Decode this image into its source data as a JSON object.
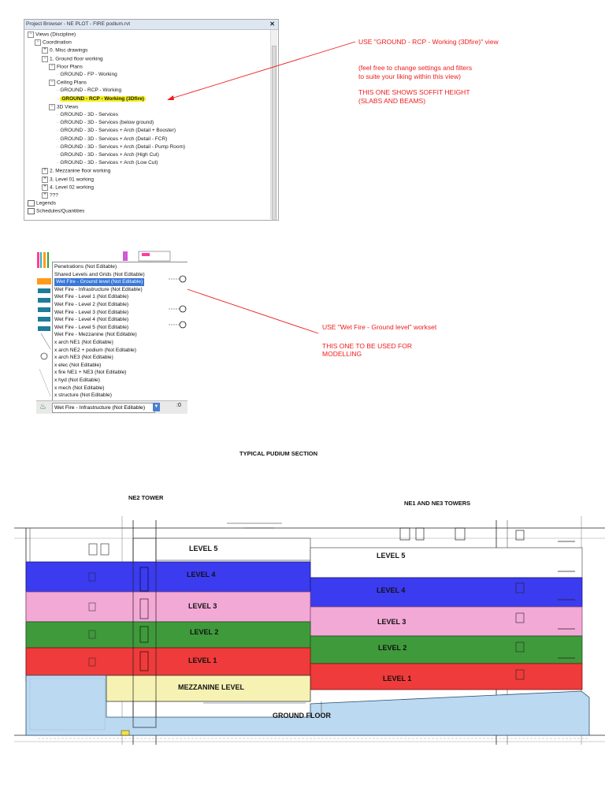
{
  "project_browser": {
    "title": "Project Browser - NE PLOT - FIRE podium.rvt",
    "close": "✕",
    "items": [
      {
        "text": "Views (Discipline)",
        "indent": 0,
        "exp": "−"
      },
      {
        "text": "Coordination",
        "indent": 1,
        "exp": "−"
      },
      {
        "text": "0. Misc drawings",
        "indent": 2,
        "exp": "+"
      },
      {
        "text": "1. Ground floor working",
        "indent": 2,
        "exp": "−"
      },
      {
        "text": "Floor Plans",
        "indent": 3,
        "exp": "−"
      },
      {
        "text": "GROUND - FP - Working",
        "indent": 4,
        "exp": ""
      },
      {
        "text": "Ceiling Plans",
        "indent": 3,
        "exp": "−"
      },
      {
        "text": "GROUND - RCP - Working",
        "indent": 4,
        "exp": ""
      },
      {
        "text": "GROUND - RCP - Working (3Dfire)",
        "indent": 4,
        "exp": "",
        "highlight": true
      },
      {
        "text": "3D Views",
        "indent": 3,
        "exp": "−"
      },
      {
        "text": "GROUND - 3D - Services",
        "indent": 4,
        "exp": ""
      },
      {
        "text": "GROUND - 3D - Services (below ground)",
        "indent": 4,
        "exp": ""
      },
      {
        "text": "GROUND - 3D - Services + Arch (Detail + Booster)",
        "indent": 4,
        "exp": ""
      },
      {
        "text": "GROUND - 3D - Services + Arch (Detail - FCR)",
        "indent": 4,
        "exp": ""
      },
      {
        "text": "GROUND - 3D - Services + Arch (Detail - Pump Room)",
        "indent": 4,
        "exp": ""
      },
      {
        "text": "GROUND - 3D - Services + Arch (High Cut)",
        "indent": 4,
        "exp": ""
      },
      {
        "text": "GROUND - 3D - Services + Arch (Low Cut)",
        "indent": 4,
        "exp": ""
      },
      {
        "text": "2. Mezzanine floor working",
        "indent": 2,
        "exp": "+"
      },
      {
        "text": "3. Level 01 working",
        "indent": 2,
        "exp": "+"
      },
      {
        "text": "4. Level 02 working",
        "indent": 2,
        "exp": "+"
      },
      {
        "text": "???",
        "indent": 2,
        "exp": "+"
      },
      {
        "text": "Legends",
        "indent": 0,
        "exp": "",
        "icon": true
      },
      {
        "text": "Schedules/Quantities",
        "indent": 0,
        "exp": "",
        "icon": true
      }
    ]
  },
  "annotations": {
    "view_instruction": "USE \"GROUND - RCP - Working (3Dfire)\" view",
    "view_note_1": "(feel free to change settings and filters",
    "view_note_2": "to suite your liking within this view)",
    "soffit_1": "THIS ONE SHOWS SOFFIT HEIGHT",
    "soffit_2": "(SLABS AND BEAMS)",
    "workset_instruction": "USE \"Wet Fire - Ground level\" workset",
    "modelling_1": "THIS ONE TO BE USED FOR",
    "modelling_2": "MODELLING",
    "color": "#ee1c1c"
  },
  "workset": {
    "items": [
      "Penetrations (Not Editable)",
      "Shared Levels and Grids (Not Editable)",
      "Wet Fire - Ground level (Not Editable)",
      "Wet Fire - Infrastructure (Not Editable)",
      "Wet Fire - Level 1 (Not Editable)",
      "Wet Fire - Level 2 (Not Editable)",
      "Wet Fire - Level 3 (Not Editable)",
      "Wet Fire - Level 4 (Not Editable)",
      "Wet Fire - Level 5 (Not Editable)",
      "Wet Fire - Mezzanine (Not Editable)",
      "x arch NE1 (Not Editable)",
      "x arch NE2 + podium (Not Editable)",
      "x arch NE3 (Not Editable)",
      "x elec (Not Editable)",
      "x fire NE1 + NE3 (Not Editable)",
      "x hyd (Not Editable)",
      "x mech (Not Editable)",
      "x structure (Not Editable)"
    ],
    "selected_index": 2,
    "current": "Wet Fire - Infrastructure (Not Editable)",
    "zero": ":0"
  },
  "section": {
    "title": "TYPICAL PUDIUM SECTION",
    "ne2": "NE2 TOWER",
    "ne1_ne3": "NE1 AND NE3 TOWERS",
    "levels": {
      "level5_left": "LEVEL 5",
      "level4_left": "LEVEL 4",
      "level3_left": "LEVEL 3",
      "level2_left": "LEVEL 2",
      "level1_left": "LEVEL 1",
      "mezz": "MEZZANINE LEVEL",
      "ground": "GROUND FLOOR",
      "level5_right": "LEVEL 5",
      "level4_right": "LEVEL 4",
      "level3_right": "LEVEL 3",
      "level2_right": "LEVEL 2",
      "level1_right": "LEVEL 1"
    },
    "colors": {
      "level4": "#3b3bf0",
      "level3": "#f3a9d6",
      "level2": "#3f9a3c",
      "level1": "#ef3b3b",
      "mezz": "#f6f2b3",
      "ground": "#bcd9f2"
    }
  }
}
